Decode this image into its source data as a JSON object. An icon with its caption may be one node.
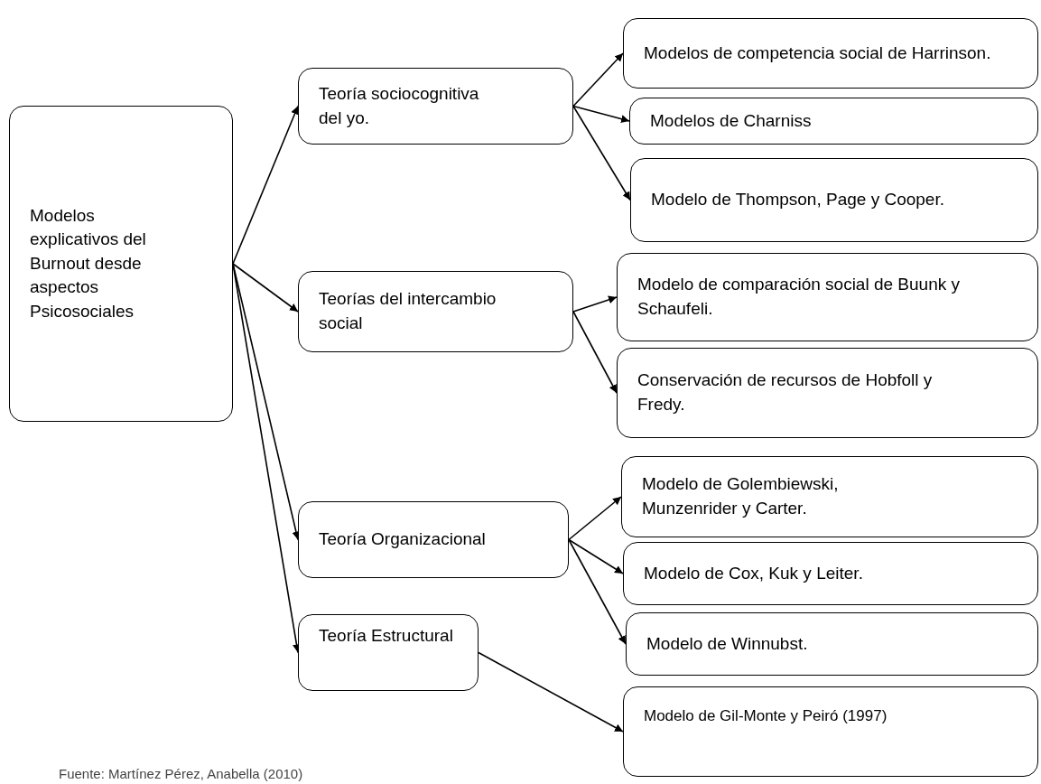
{
  "diagram": {
    "caption": "Fuente: Martínez Pérez, Anabella (2010)",
    "nodes": [
      {
        "text": [
          "Modelos explicativos del Burnout  desde aspectos Psicosociales"
        ]
      },
      {
        "text": [
          "Teoría sociocognitiva del yo."
        ]
      },
      {
        "text": [
          "Modelos de competencia social de Harrinson."
        ]
      },
      {
        "text": [
          "Modelos de  Charniss"
        ]
      },
      {
        "text": [
          "Modelo de  Thompson, Page y Cooper."
        ]
      },
      {
        "text": [
          "Teorías del intercambio social"
        ]
      },
      {
        "text": [
          "Modelo de comparación social de Buunk y Schaufeli."
        ]
      },
      {
        "text": [
          "Conservación de recursos de Hobfoll y Fredy."
        ]
      },
      {
        "text": [
          "Teoría Organizacional"
        ]
      },
      {
        "text": [
          "Modelo de Golembiewski, Munzenrider y Carter."
        ]
      },
      {
        "text": [
          "Modelo de Cox, Kuk y Leiter."
        ]
      },
      {
        "text": [
          "Modelo de Winnubst."
        ]
      },
      {
        "text": [
          "Teoría Estructural"
        ]
      },
      {
        "text": [
          "Modelo de Gil-Monte y Peiró (1997)"
        ]
      }
    ],
    "edges": [
      {
        "from": 0,
        "to": 1,
        "arrow": "to"
      },
      {
        "from": 0,
        "to": 5,
        "arrow": "to"
      },
      {
        "from": 0,
        "to": 8,
        "arrow": "to"
      },
      {
        "from": 0,
        "to": 12,
        "arrow": "to"
      },
      {
        "from": 1,
        "to": 2,
        "arrow": "to"
      },
      {
        "from": 1,
        "to": 3,
        "arrow": "to"
      },
      {
        "from": 1,
        "to": 4,
        "arrow": "to"
      },
      {
        "from": 5,
        "to": 6,
        "arrow": "to"
      },
      {
        "from": 5,
        "to": 7,
        "arrow": "to"
      },
      {
        "from": 8,
        "to": 9,
        "arrow": "to"
      },
      {
        "from": 8,
        "to": 10,
        "arrow": "to"
      },
      {
        "from": 8,
        "to": 11,
        "arrow": "to"
      },
      {
        "from": 12,
        "to": 13,
        "arrow": "to"
      }
    ]
  }
}
